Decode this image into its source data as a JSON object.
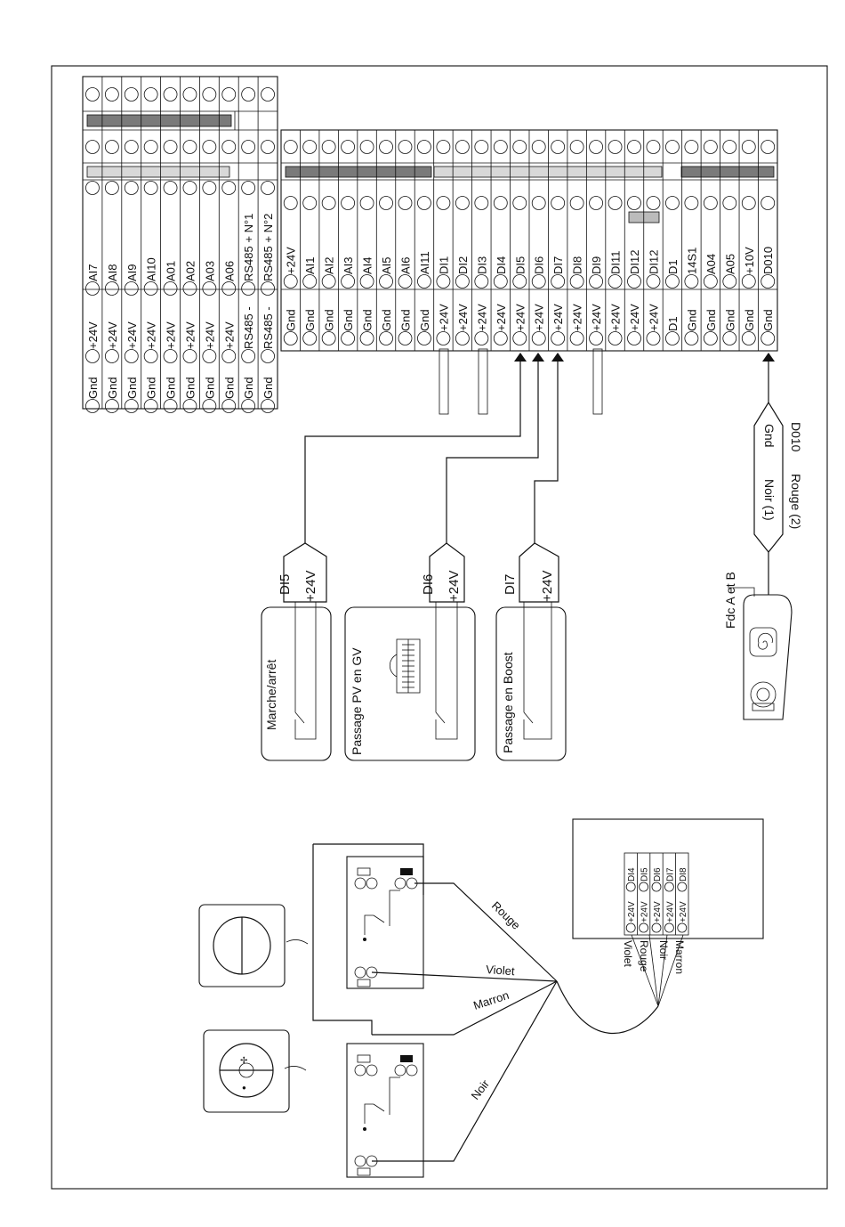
{
  "terminal_block": {
    "left_columns": [
      {
        "outer": "AI7",
        "inner": "+24V",
        "gnd": "Gnd"
      },
      {
        "outer": "AI8",
        "inner": "+24V",
        "gnd": "Gnd"
      },
      {
        "outer": "AI9",
        "inner": "+24V",
        "gnd": "Gnd"
      },
      {
        "outer": "AI10",
        "inner": "+24V",
        "gnd": "Gnd"
      },
      {
        "outer": "A01",
        "inner": "+24V",
        "gnd": "Gnd"
      },
      {
        "outer": "A02",
        "inner": "+24V",
        "gnd": "Gnd"
      },
      {
        "outer": "A03",
        "inner": "+24V",
        "gnd": "Gnd"
      },
      {
        "outer": "A06",
        "inner": "+24V",
        "gnd": "Gnd"
      },
      {
        "outer": "RS485 + N°1",
        "inner": "RS485 -",
        "gnd": "Gnd"
      },
      {
        "outer": "RS485 + N°2",
        "inner": "RS485 -",
        "gnd": "Gnd"
      }
    ],
    "right_columns": [
      {
        "top": "+24V",
        "bottom": "Gnd"
      },
      {
        "top": "AI1",
        "bottom": "Gnd"
      },
      {
        "top": "AI2",
        "bottom": "Gnd"
      },
      {
        "top": "AI3",
        "bottom": "Gnd"
      },
      {
        "top": "AI4",
        "bottom": "Gnd"
      },
      {
        "top": "AI5",
        "bottom": "Gnd"
      },
      {
        "top": "AI6",
        "bottom": "Gnd"
      },
      {
        "top": "AI11",
        "bottom": "Gnd"
      },
      {
        "top": "DI1",
        "bottom": "+24V"
      },
      {
        "top": "DI2",
        "bottom": "+24V"
      },
      {
        "top": "DI3",
        "bottom": "+24V"
      },
      {
        "top": "DI4",
        "bottom": "+24V"
      },
      {
        "top": "DI5",
        "bottom": "+24V"
      },
      {
        "top": "DI6",
        "bottom": "+24V"
      },
      {
        "top": "DI7",
        "bottom": "+24V"
      },
      {
        "top": "DI8",
        "bottom": "+24V"
      },
      {
        "top": "DI9",
        "bottom": "+24V"
      },
      {
        "top": "DI11",
        "bottom": "+24V"
      },
      {
        "top": "DI12",
        "bottom": "+24V"
      },
      {
        "top": "DI12",
        "bottom": "+24V"
      },
      {
        "top": "D1",
        "bottom": "D1"
      },
      {
        "top": "14S1",
        "bottom": "Gnd"
      },
      {
        "top": "A04",
        "bottom": "Gnd"
      },
      {
        "top": "A05",
        "bottom": "Gnd"
      },
      {
        "top": "+10V",
        "bottom": "Gnd"
      },
      {
        "top": "D010",
        "bottom": "Gnd"
      }
    ]
  },
  "switches": {
    "di5": {
      "channel": "DI5",
      "supply": "+24V",
      "label": "Marche/arrêt"
    },
    "di6": {
      "channel": "DI6",
      "supply": "+24V",
      "label": "Passage PV en GV"
    },
    "di7": {
      "channel": "DI7",
      "supply": "+24V",
      "label": "Passage en Boost"
    }
  },
  "sensor": {
    "channel": "D010",
    "gnd": "Gnd",
    "wire_black": "Noir (1)",
    "wire_red": "Rouge (2)",
    "label": "Fdc A et B"
  },
  "mini_block": {
    "rows": [
      {
        "left": "+24V",
        "right": "DI4"
      },
      {
        "left": "+24V",
        "right": "DI5"
      },
      {
        "left": "+24V",
        "right": "DI6"
      },
      {
        "left": "+24V",
        "right": "DI7"
      },
      {
        "left": "+24V",
        "right": "DI8"
      }
    ],
    "wires": [
      "Violet",
      "Rouge",
      "Noir",
      "Marron"
    ]
  },
  "lower_wires": {
    "rouge": "Rouge",
    "violet": "Violet",
    "marron": "Marron",
    "noir": "Noir"
  }
}
